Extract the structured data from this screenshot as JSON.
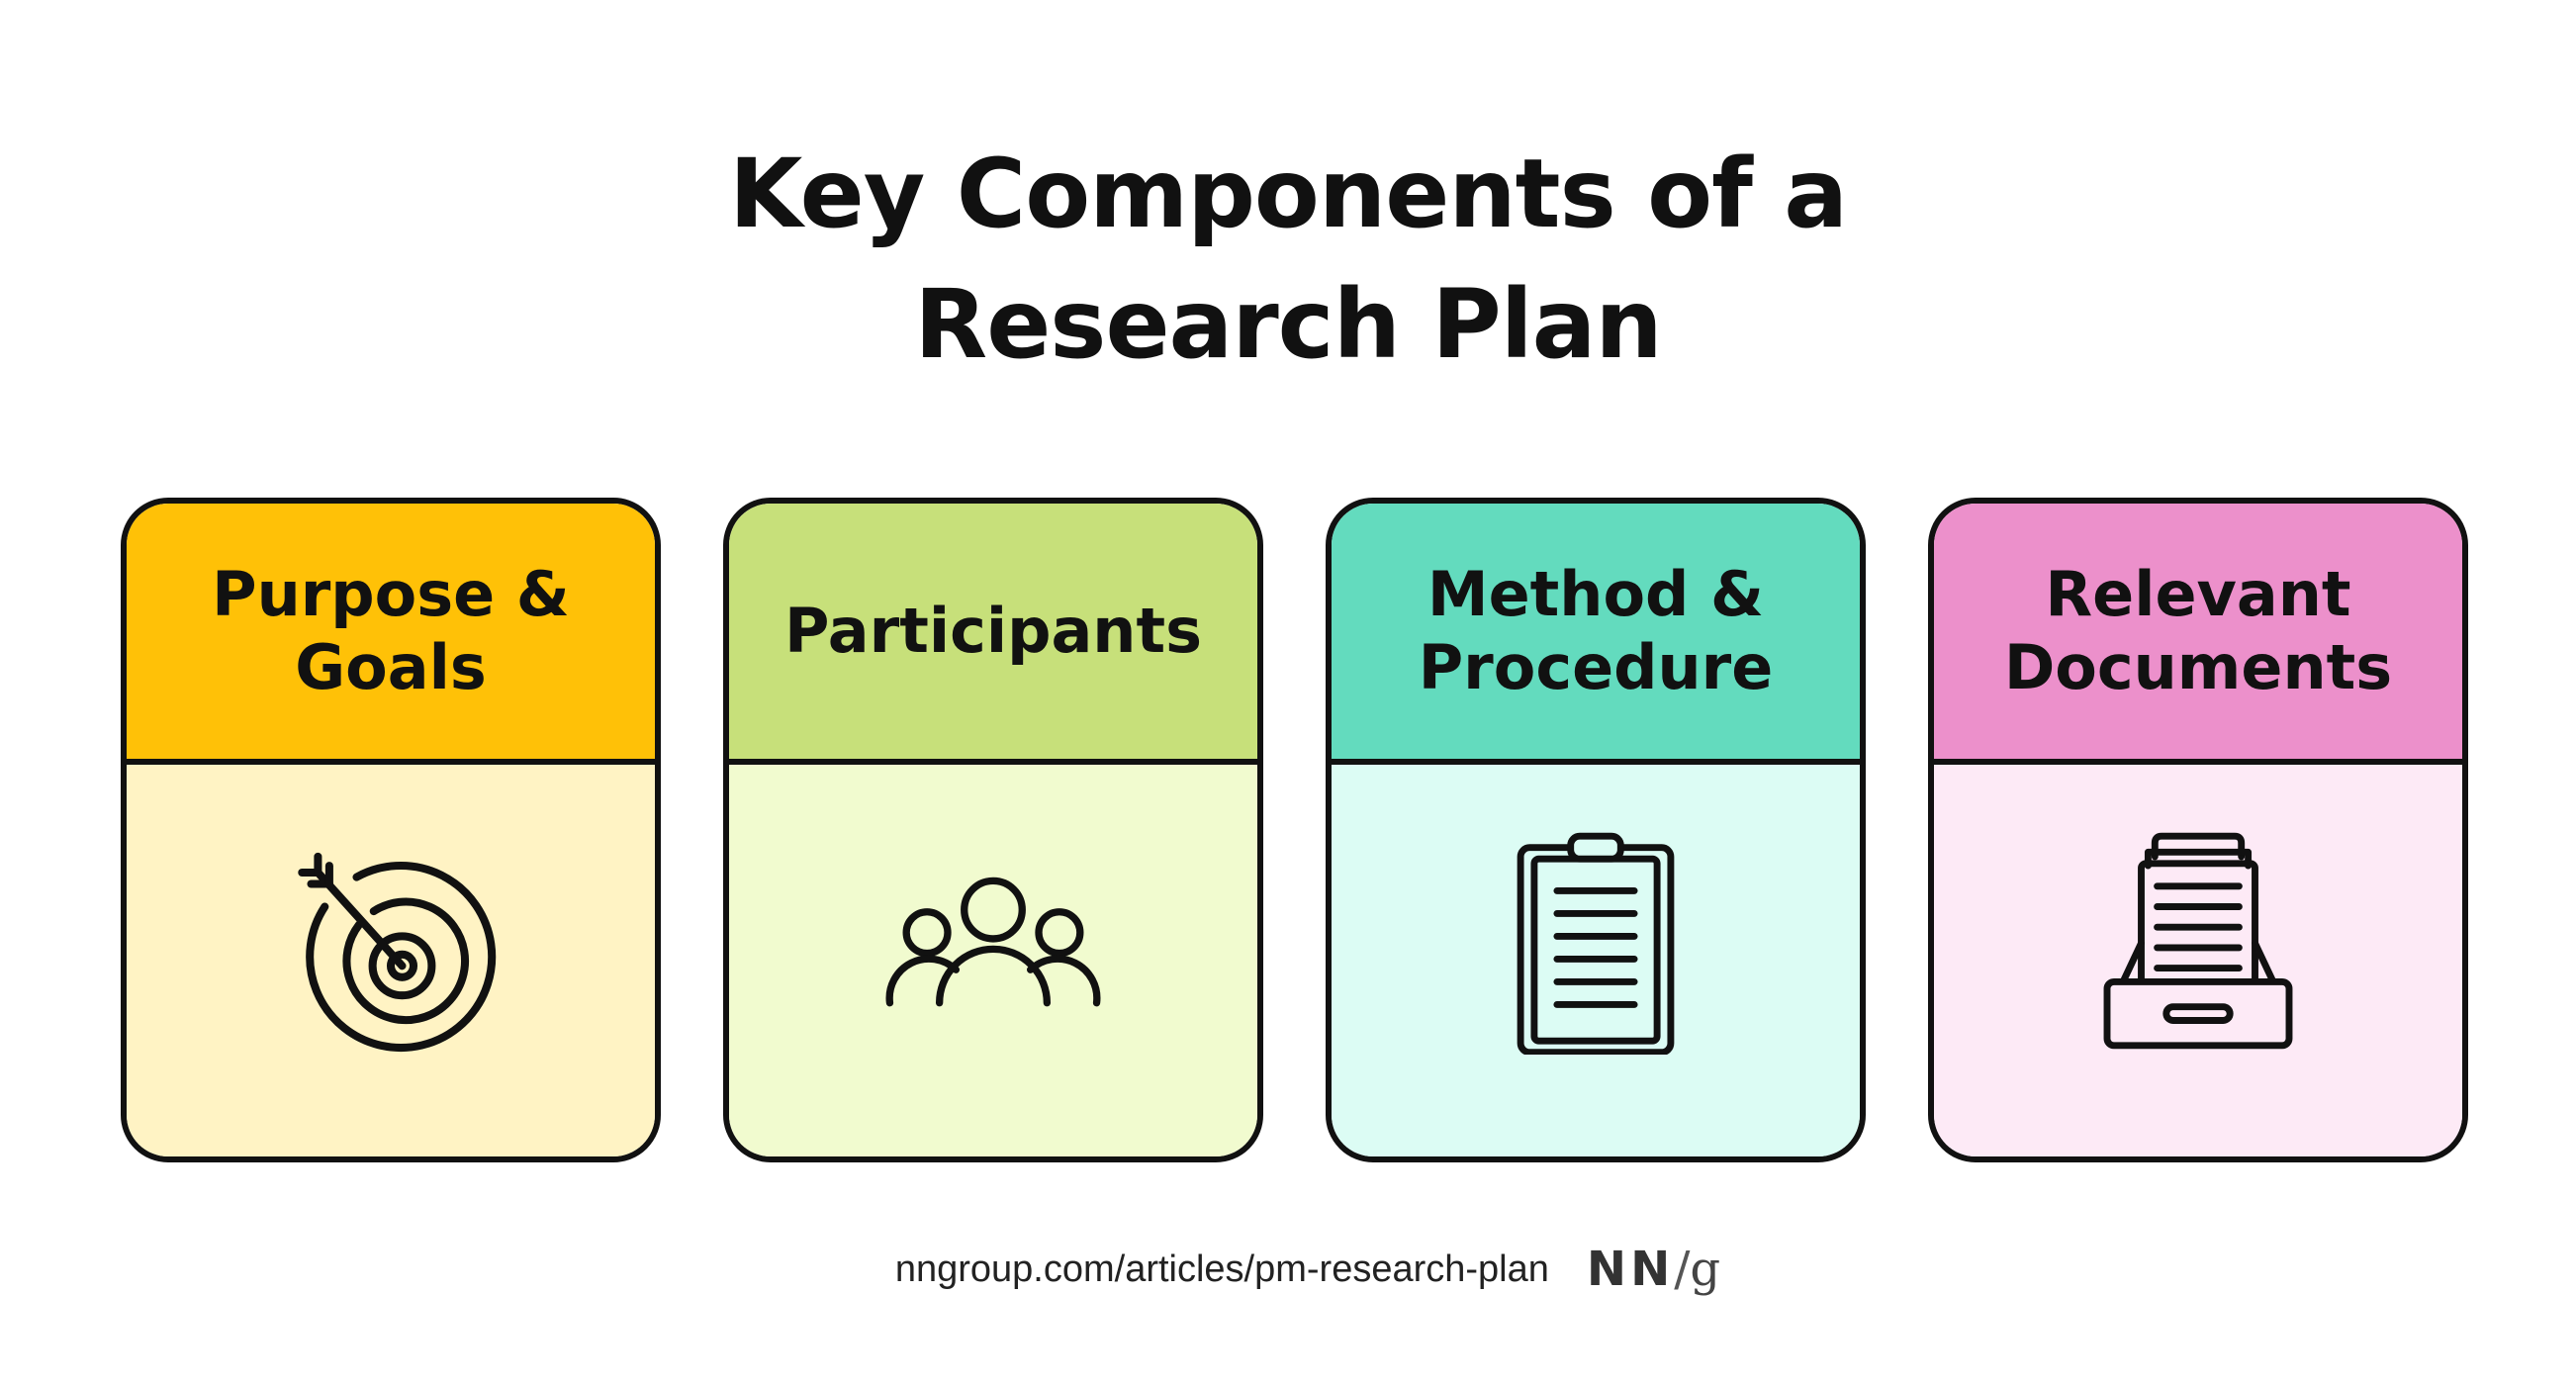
{
  "title": {
    "line1": "Key Components of a",
    "line2": "Research Plan"
  },
  "cards": [
    {
      "label_lines": [
        "Purpose &",
        "Goals"
      ],
      "icon": "target-icon",
      "header_color": "#FFC107",
      "body_color": "#FFF3C4"
    },
    {
      "label_lines": [
        "Participants"
      ],
      "icon": "people-group-icon",
      "header_color": "#C7E07A",
      "body_color": "#F1FBCF"
    },
    {
      "label_lines": [
        "Method &",
        "Procedure"
      ],
      "icon": "clipboard-icon",
      "header_color": "#63DBBE",
      "body_color": "#DCFCF4"
    },
    {
      "label_lines": [
        "Relevant",
        "Documents"
      ],
      "icon": "file-box-icon",
      "header_color": "#EC90CB",
      "body_color": "#FDEAF6"
    }
  ],
  "footer": {
    "url": "nngroup.com/articles/pm-research-plan",
    "logo_nn": "NN",
    "logo_slash": "/",
    "logo_g": "g"
  },
  "colors": {
    "outline": "#111111",
    "background": "#FFFFFF"
  }
}
